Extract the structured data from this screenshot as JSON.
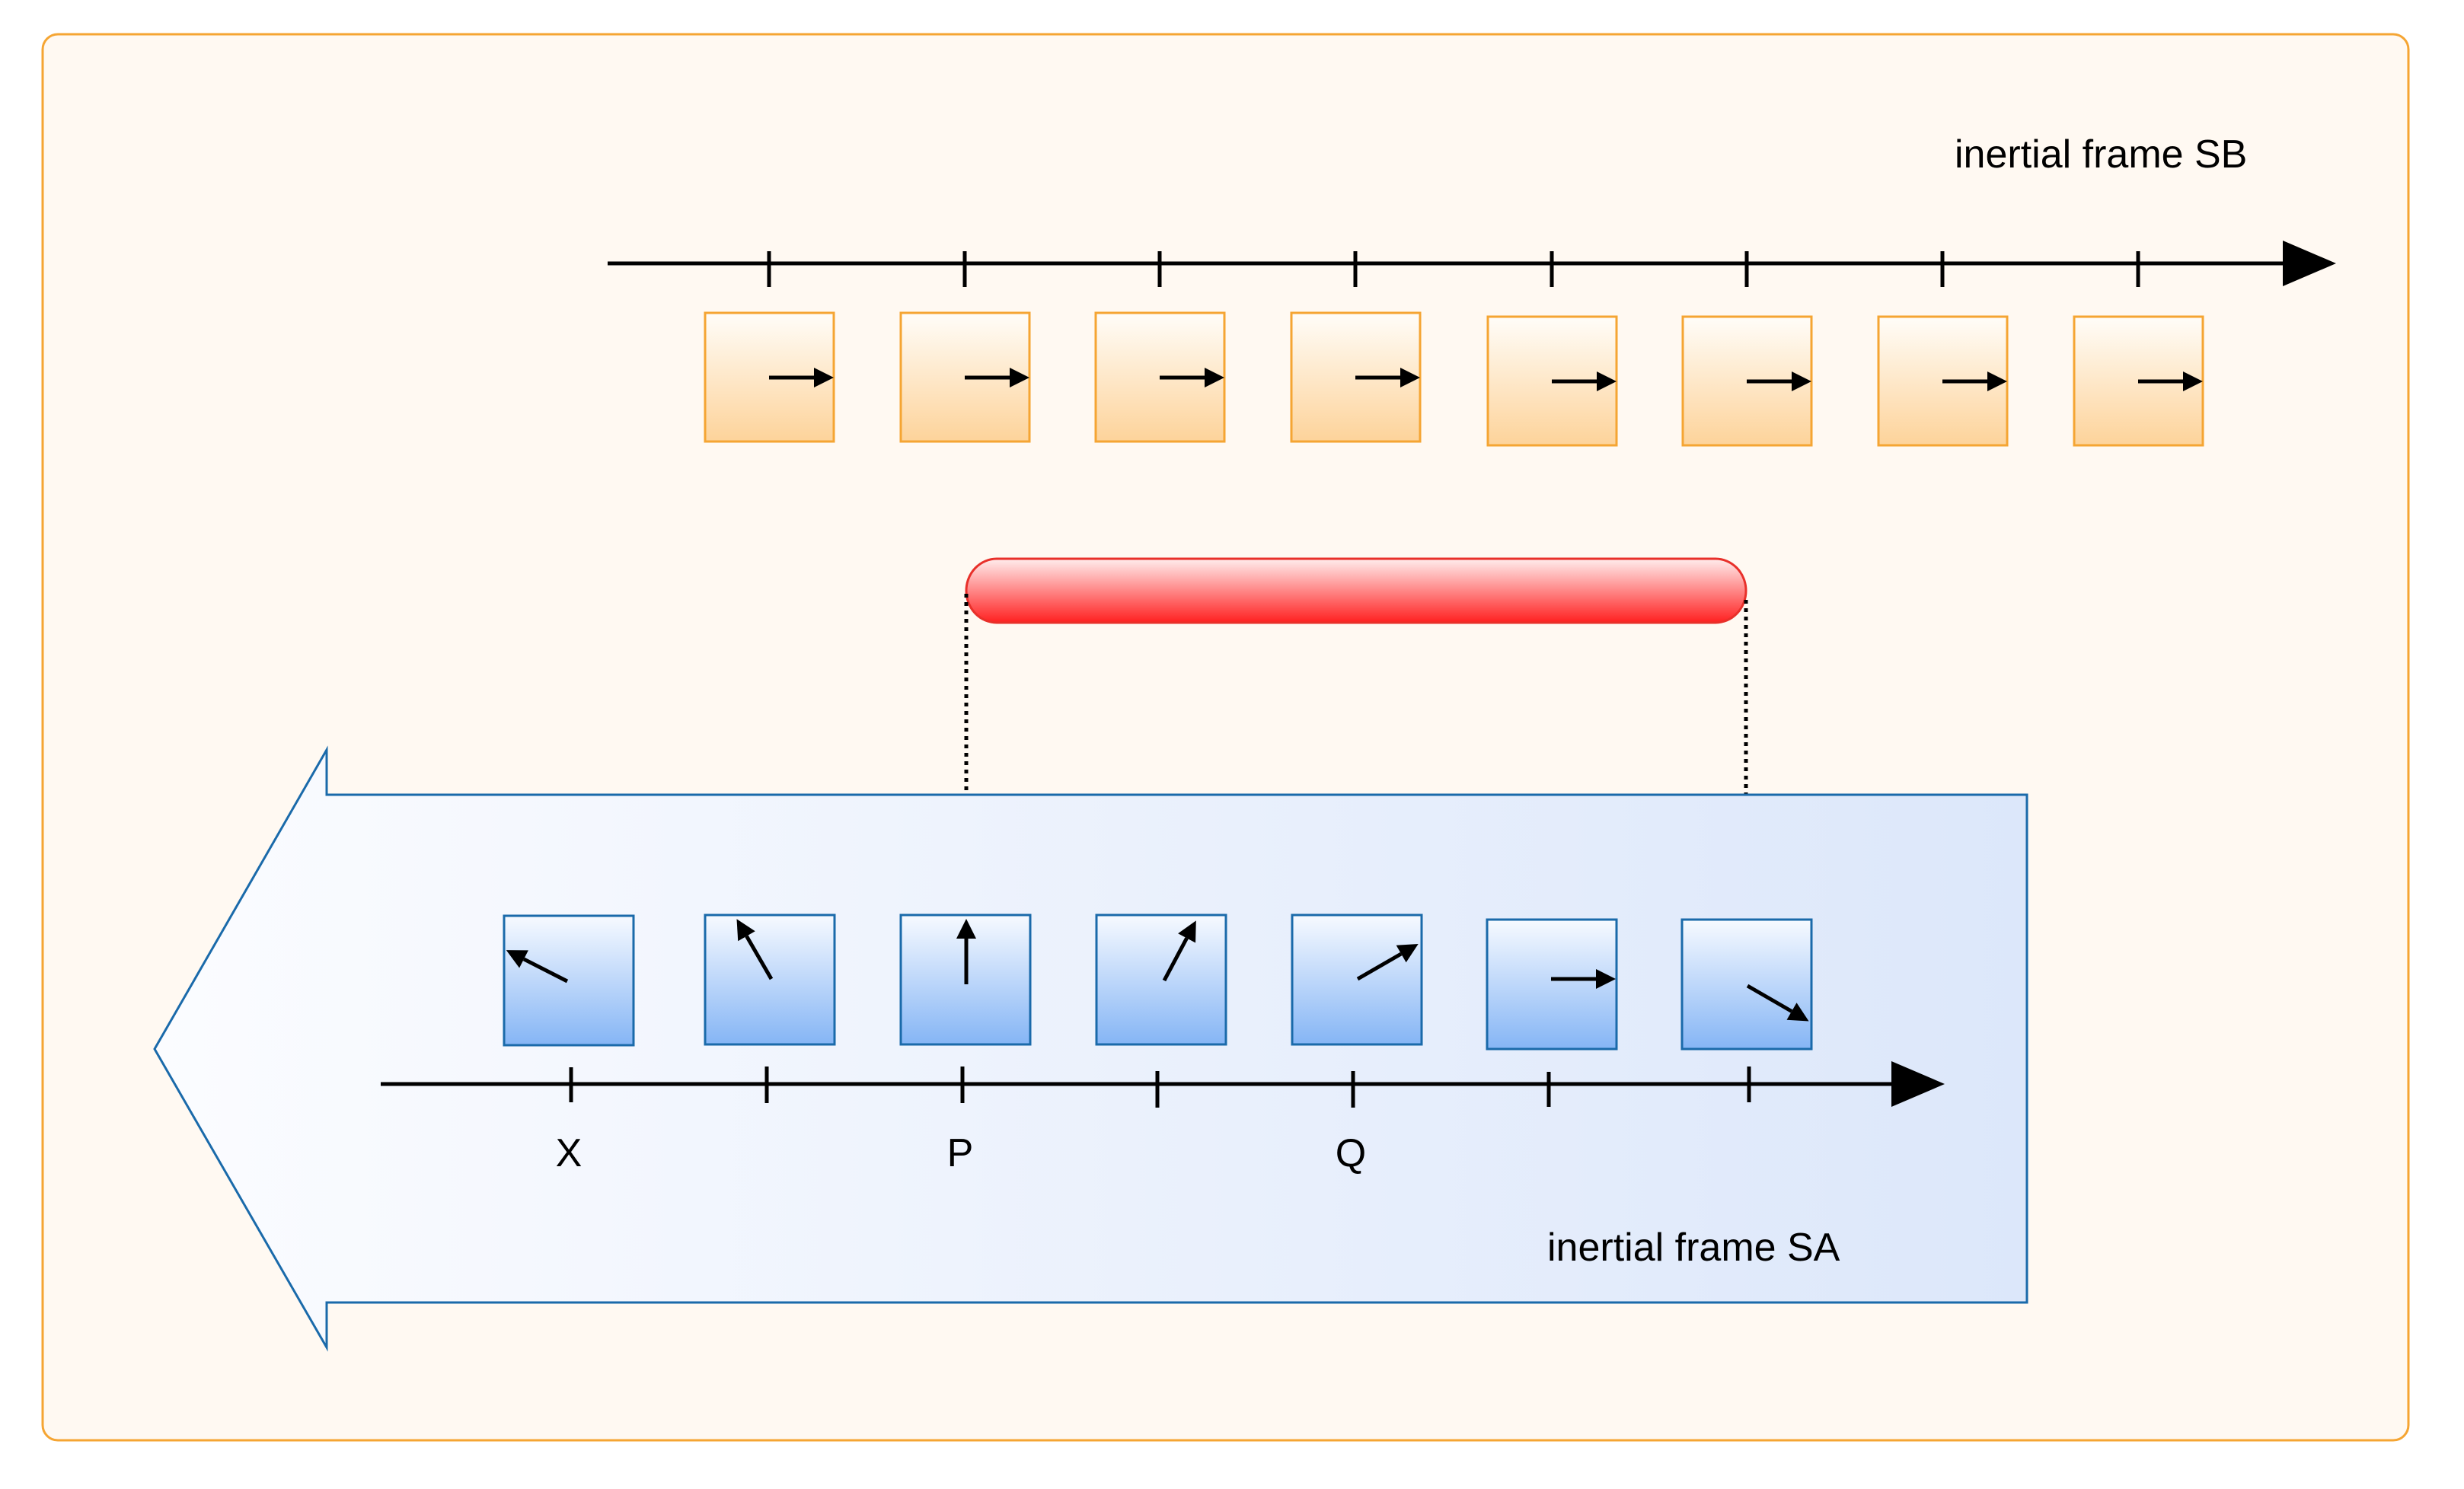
{
  "diagram": {
    "frame_b": {
      "label": "inertial frame SB",
      "clock_count": 8,
      "clock_hand_angles_deg": [
        0,
        0,
        0,
        0,
        0,
        0,
        0,
        0
      ]
    },
    "rod": {
      "description": "red rod spanning from P to the last clock of frame SA"
    },
    "frame_a": {
      "label": "inertial frame SA",
      "direction": "left",
      "clock_count": 7,
      "clock_hand_angles_deg": [
        153,
        120,
        90,
        62,
        30,
        0,
        -30
      ],
      "tick_labels": [
        "X",
        "",
        "P",
        "",
        "Q",
        "",
        ""
      ]
    },
    "colors": {
      "background": "#FFF9F2",
      "panel_border": "#F5A533",
      "orange_box_border": "#F5A533",
      "orange_box_top": "#FFFDF9",
      "orange_box_bottom": "#FDD39A",
      "blue_box_border": "#1A6AAA",
      "blue_box_top": "#F7FAFF",
      "blue_box_bottom": "#85B5F5",
      "rod_border": "#E8302A",
      "rod_top": "#FFEDED",
      "rod_bottom": "#FF2020",
      "frame_a_fill_left": "#FBFCFF",
      "frame_a_fill_right": "#DCE7FA",
      "frame_a_border": "#1A6AAA",
      "ink": "#000000"
    }
  }
}
